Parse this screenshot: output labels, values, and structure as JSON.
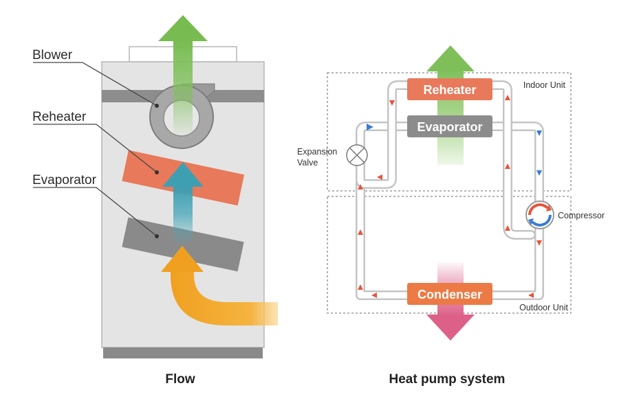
{
  "flow": {
    "labels": {
      "blower": "Blower",
      "reheater": "Reheater",
      "evaporator": "Evaporator"
    },
    "caption": "Flow"
  },
  "heat_pump": {
    "components": {
      "reheater": "Reheater",
      "evaporator": "Evaporator",
      "condenser": "Condenser"
    },
    "labels": {
      "indoor_unit": "Indoor Unit",
      "outdoor_unit": "Outdoor Unit",
      "expansion_line1": "Expansion",
      "expansion_line2": "Valve",
      "compressor": "Compressor"
    },
    "caption": "Heat pump system"
  },
  "colors": {
    "reheater": "#e8795a",
    "evaporator": "#8c8c8c",
    "condenser": "#ec7a45",
    "exhaust_air": "#7fc05a",
    "intake_air": "#f0a020",
    "dehumid_air": "#45a6b8",
    "outdoor_air": "#e06a90",
    "hot_refrigerant": "#e5553a",
    "cold_refrigerant": "#3a7ccf"
  }
}
